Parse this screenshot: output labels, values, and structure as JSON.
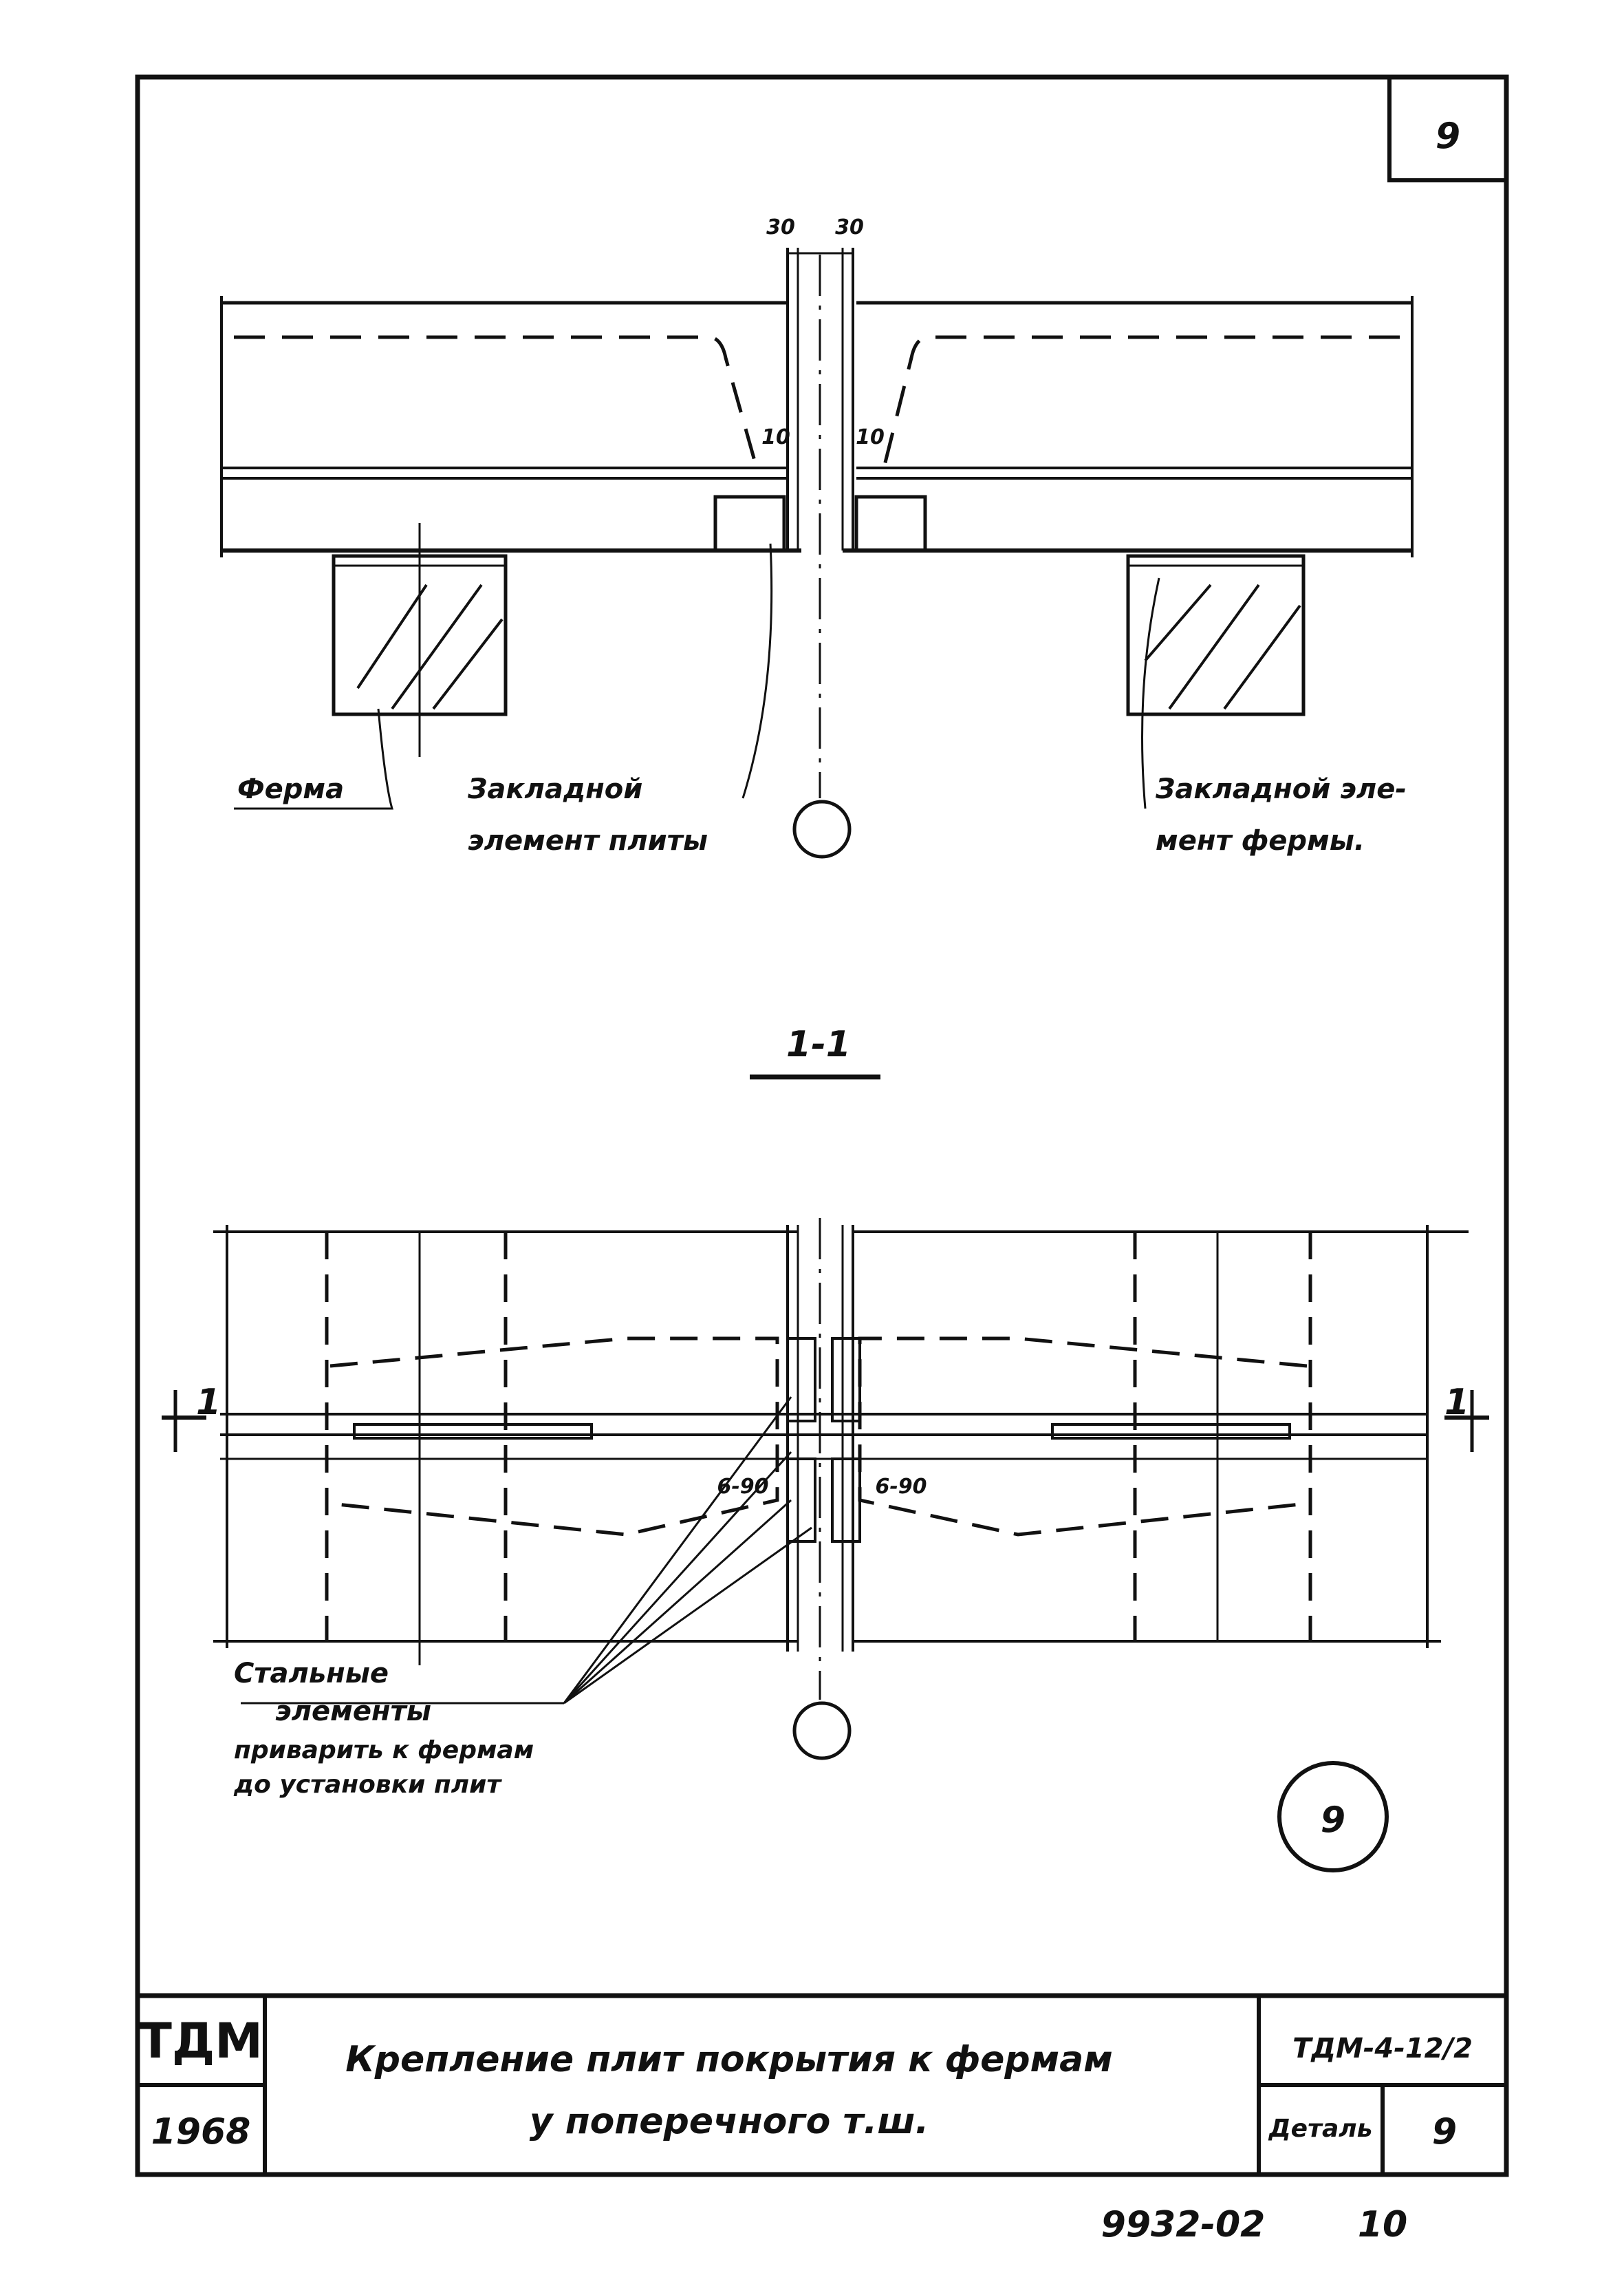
{
  "sheet": {
    "corner_number": "9",
    "section_label": "1-1",
    "detail_circle": "9"
  },
  "top_view": {
    "dim_left": "30",
    "dim_right": "30",
    "gap_left": "10",
    "gap_right": "10",
    "label_truss": "Ферма",
    "label_plate_embed_1": "Закладной",
    "label_plate_embed_2": "элемент плиты",
    "label_truss_embed_1": "Закладной эле-",
    "label_truss_embed_2": "мент фермы."
  },
  "section_view": {
    "weld_left": "6-90",
    "weld_right": "6-90",
    "section_mark_left": "1",
    "section_mark_right": "1",
    "note_1": "Стальные",
    "note_2": "элементы",
    "note_3": "приварить к фермам",
    "note_4": "до установки плит"
  },
  "title_block": {
    "org": "ТДМ",
    "year": "1968",
    "title_1": "Крепление плит покрытия к фермам",
    "title_2": "у поперечного т.ш.",
    "code": "ТДМ-4-12/2",
    "detail_label": "Деталь",
    "detail_number": "9"
  },
  "footer": {
    "archive_no": "9932-02",
    "page": "10"
  }
}
